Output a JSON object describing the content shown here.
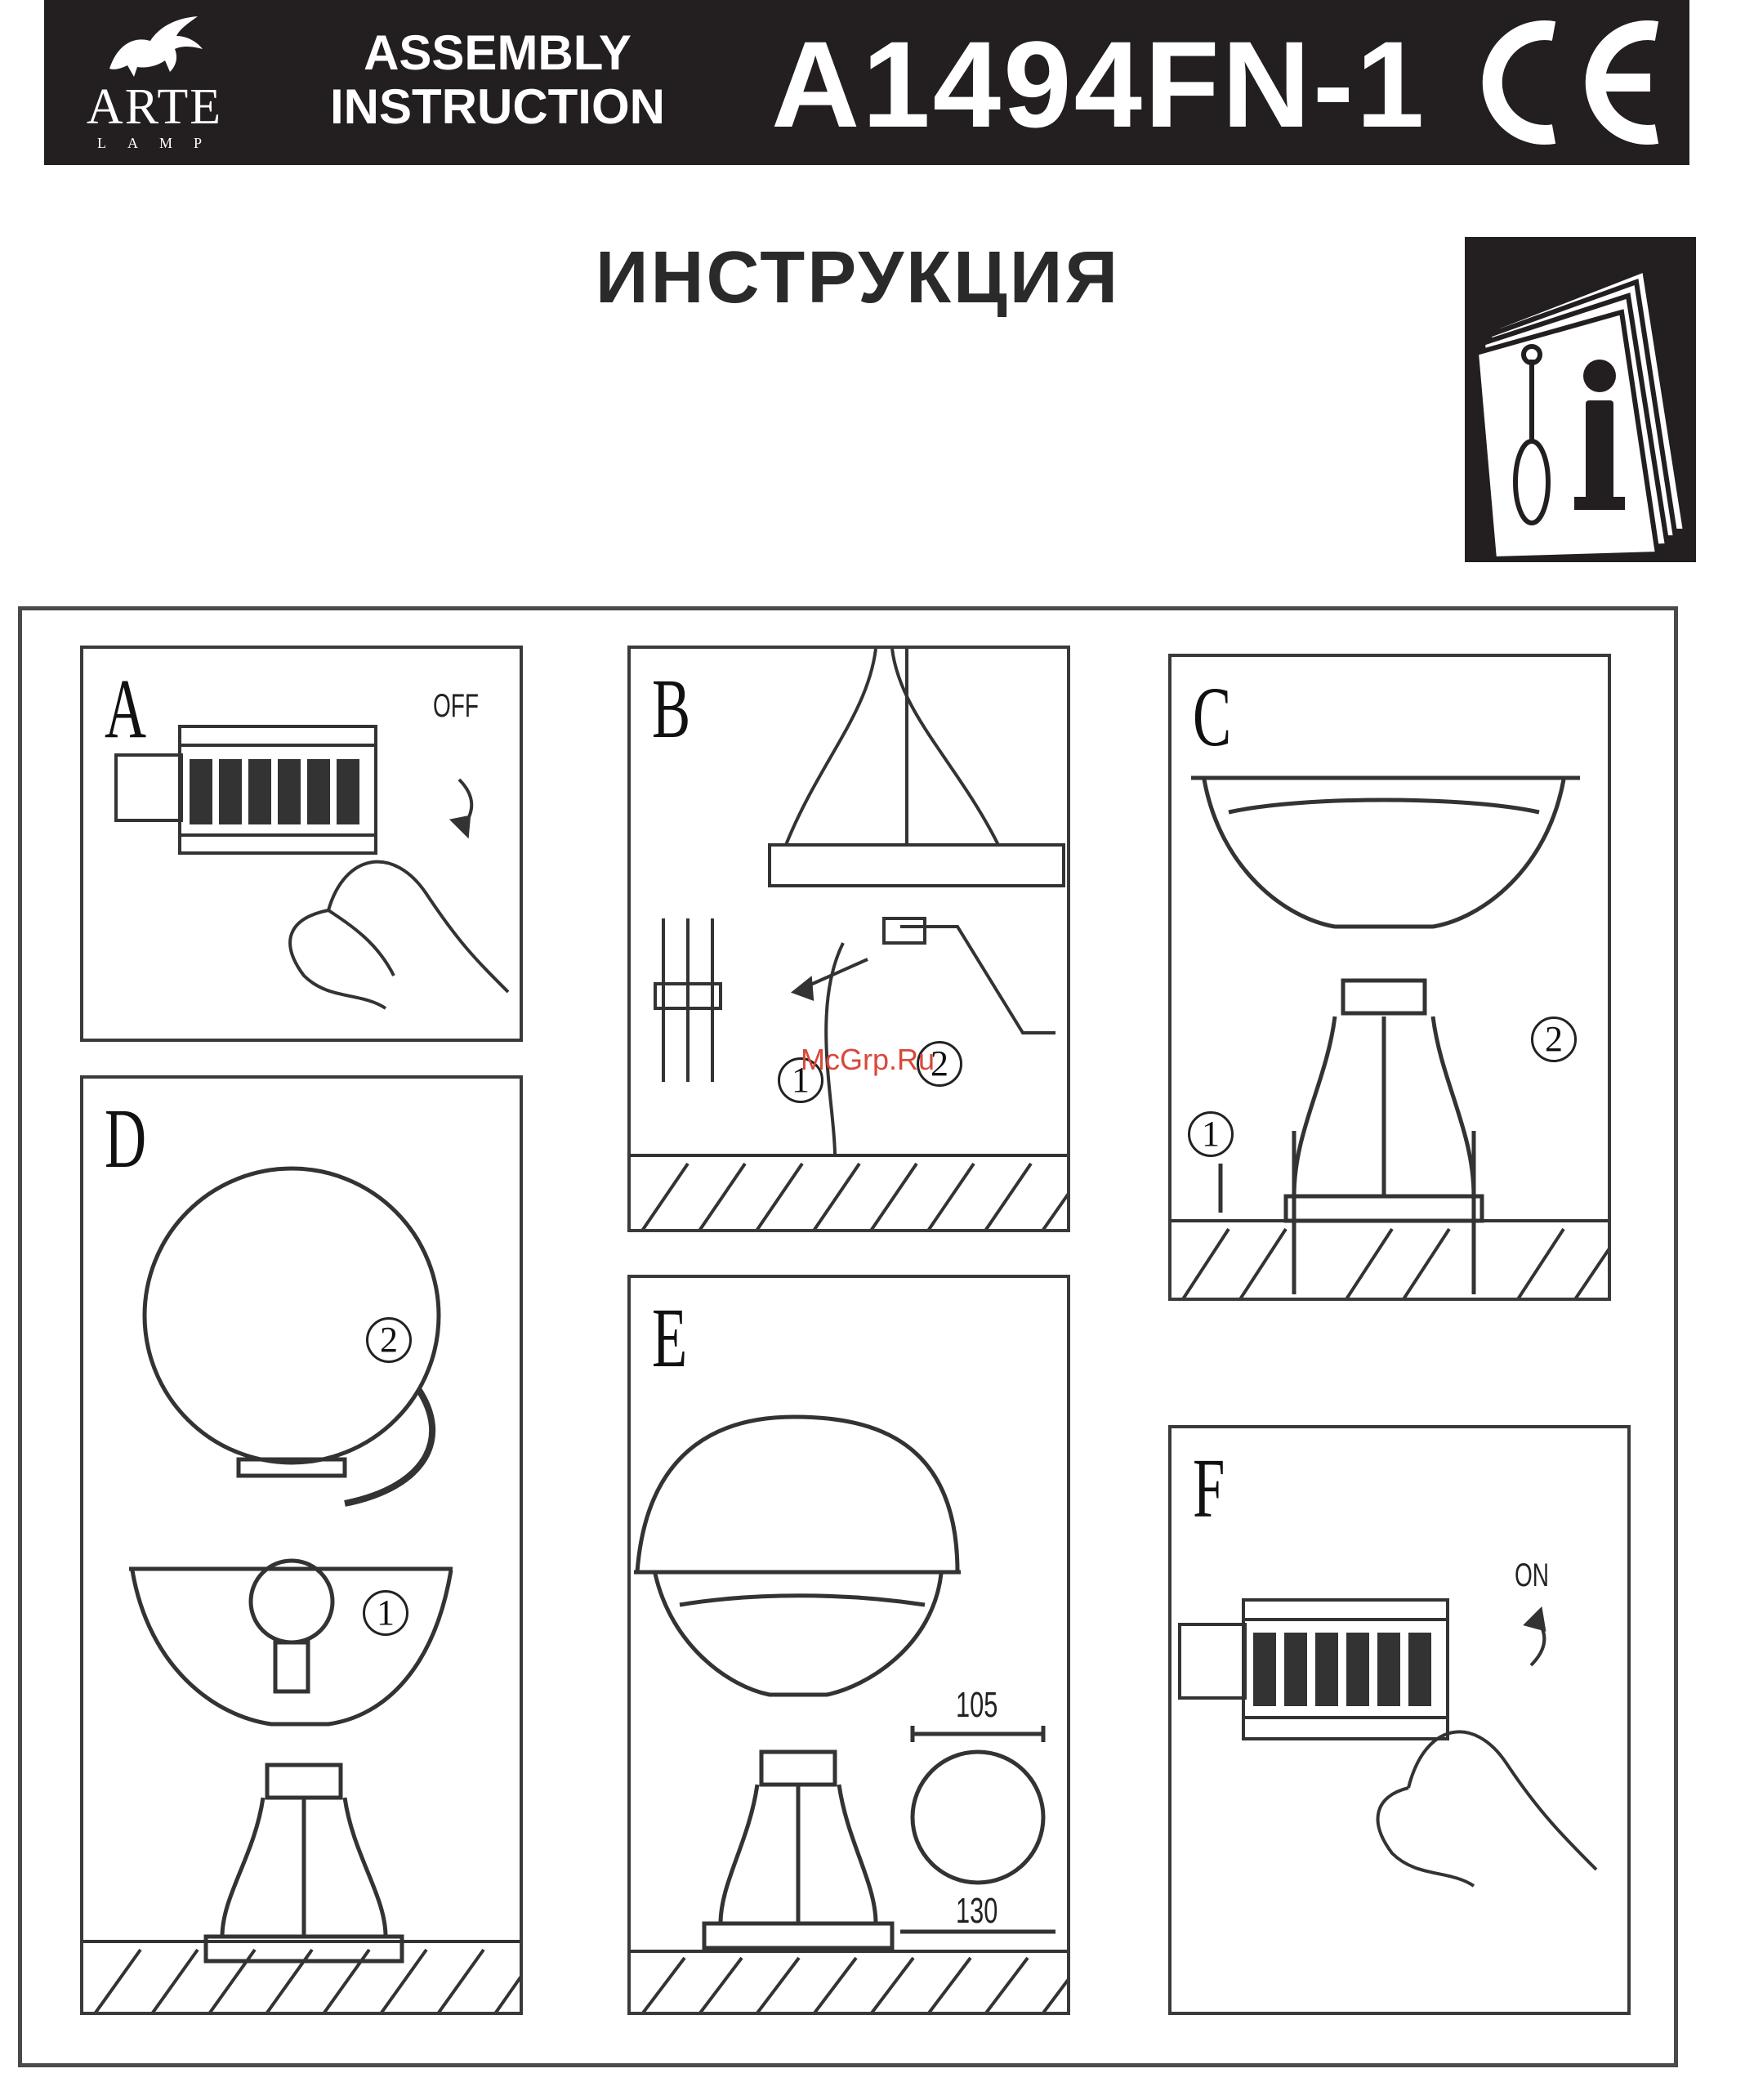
{
  "header": {
    "logo_name": "ARTE",
    "logo_sub": "LAMP",
    "assembly_line1": "ASSEMBLY",
    "assembly_line2": "INSTRUCTION",
    "model": "A1494FN-1"
  },
  "title": "ИНСТРУКЦИЯ",
  "panels": {
    "a": {
      "letter": "A",
      "switch_label": "OFF"
    },
    "b": {
      "letter": "B",
      "step1": "1",
      "step2": "2"
    },
    "c": {
      "letter": "C",
      "step1": "1",
      "step2": "2"
    },
    "d": {
      "letter": "D",
      "step1": "1",
      "step2": "2"
    },
    "e": {
      "letter": "E",
      "dim_top": "105",
      "dim_bottom": "130"
    },
    "f": {
      "letter": "F",
      "switch_label": "ON"
    }
  },
  "watermark": "McGrp.Ru",
  "colors": {
    "header_bg": "#231f20",
    "header_text": "#ffffff",
    "line": "#333333",
    "watermark": "#d8483a"
  },
  "icons": [
    "griffin-logo",
    "ce-mark",
    "info-manual-icon",
    "circuit-breaker-icon",
    "hand-icon",
    "lamp-post-icon",
    "light-bulb-icon",
    "screwdriver-icon"
  ]
}
